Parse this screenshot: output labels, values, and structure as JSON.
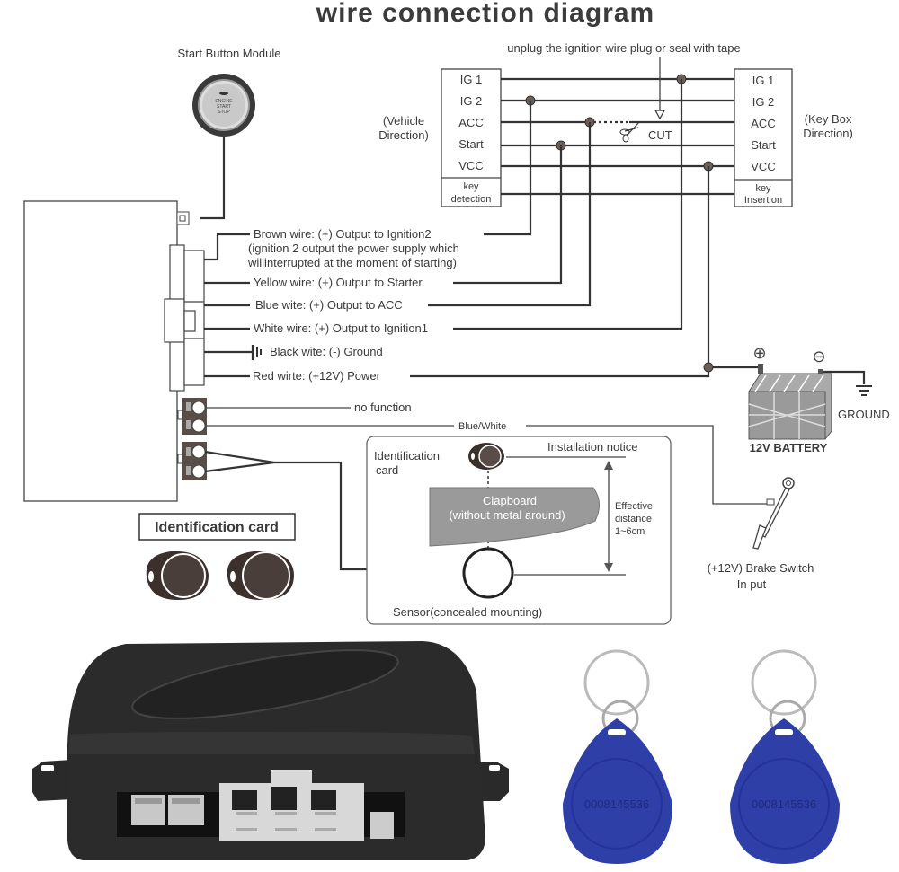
{
  "title": "wire connection diagram",
  "start_button": {
    "label": "Start Button Module",
    "button_text": [
      "ENGINE",
      "START",
      "STOP"
    ]
  },
  "ignition_switch": {
    "note": "unplug the ignition wire plug or seal with tape",
    "cut_label": "CUT",
    "vehicle_direction": [
      "(Vehicle",
      "Direction)"
    ],
    "keybox_direction": [
      "(Key Box",
      "Direction)"
    ],
    "left_terminals": [
      "IG 1",
      "IG 2",
      "ACC",
      "Start",
      "VCC"
    ],
    "left_footer": [
      "key",
      "detection"
    ],
    "right_terminals": [
      "IG 1",
      "IG 2",
      "ACC",
      "Start",
      "VCC"
    ],
    "right_footer": [
      "key",
      "Insertion"
    ]
  },
  "wires": [
    {
      "label": "Brown wire:  (+) Output to Ignition2",
      "note": [
        "(ignition 2 output the power supply which",
        "willinterrupted at the moment of starting)"
      ]
    },
    {
      "label": "Yellow wire:  (+) Output to Starter"
    },
    {
      "label": "Blue wite:  (+) Output to ACC"
    },
    {
      "label": "White wire: (+) Output to Ignition1"
    },
    {
      "label": "Black wite: (-) Ground"
    },
    {
      "label": "Red wirte:  (+12V) Power"
    }
  ],
  "aux": {
    "no_function": "no function",
    "blue_white": "Blue/White"
  },
  "battery": {
    "label": "12V BATTERY",
    "ground": "GROUND",
    "plus": "⊕",
    "minus": "⊖"
  },
  "brake": {
    "label": [
      "(+12V) Brake Switch",
      "In put"
    ]
  },
  "install_notice": {
    "title": "Installation notice",
    "card": [
      "Identification",
      "card"
    ],
    "clapboard": [
      "Clapboard",
      "(without metal around)"
    ],
    "distance": [
      "Effective",
      "distance",
      "1~6cm"
    ],
    "sensor": "Sensor(concealed mounting)"
  },
  "id_card_box": {
    "label": "Identification card"
  },
  "keyfobs": [
    {
      "number": "0008145536",
      "color": "#2f3fa8"
    },
    {
      "number": "0008145536",
      "color": "#2f3fa8"
    }
  ]
}
